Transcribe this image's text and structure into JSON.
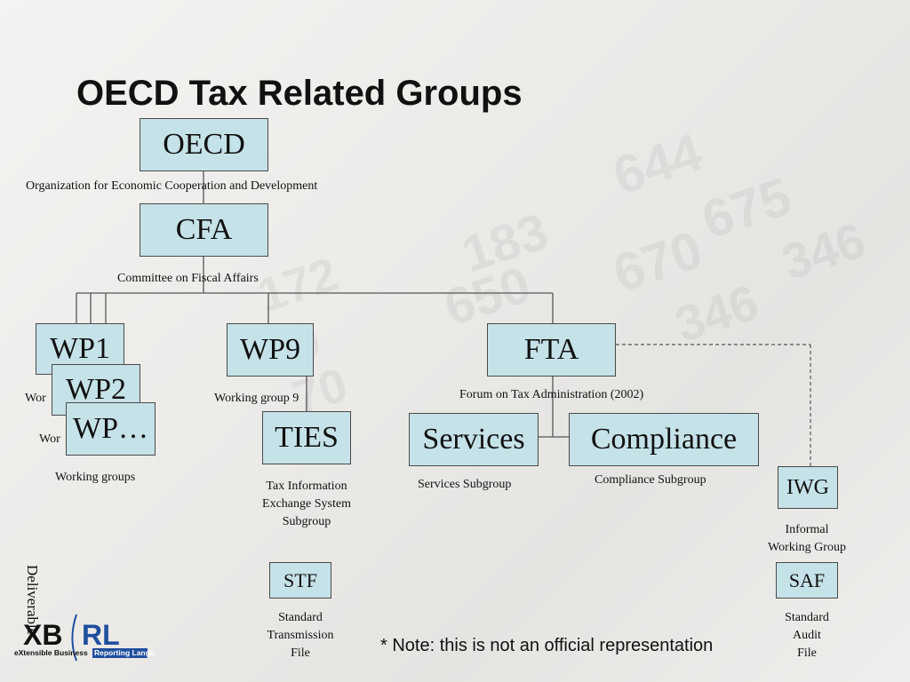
{
  "title": "OECD Tax Related Groups",
  "boxes": {
    "oecd": "OECD",
    "cfa": "CFA",
    "wp1": "WP1",
    "wp2": "WP2",
    "wp_more": "WP…",
    "wp9": "WP9",
    "fta": "FTA",
    "ties": "TIES",
    "services": "Services",
    "compliance": "Compliance",
    "iwg": "IWG",
    "stf": "STF",
    "saf": "SAF"
  },
  "captions": {
    "oecd": "Organization for Economic Cooperation and Development",
    "cfa": "Committee on Fiscal Affairs",
    "wp1_partial": "Wor",
    "wp2_partial": "Wor",
    "working_groups": "Working groups",
    "wp9": "Working group 9",
    "fta": "Forum on Tax Administration (2002)",
    "ties": [
      "Tax Information",
      "Exchange System",
      "Subgroup"
    ],
    "services": "Services Subgroup",
    "compliance": "Compliance Subgroup",
    "iwg": [
      "Informal",
      "Working Group"
    ],
    "stf": [
      "Standard",
      "Transmission",
      "File"
    ],
    "saf": [
      "Standard",
      "Audit",
      "File"
    ]
  },
  "note": "* Note: this is not an official representation",
  "vertical_text": "Deliverable",
  "logo": {
    "text": "XBRL",
    "tagline_part1": "eXtensible Business",
    "tagline_part2": "Reporting Language"
  },
  "colors": {
    "box_fill": "#c5e2e8",
    "box_border": "#4a4a4a",
    "logo_blue": "#1f4f9e",
    "logo_black": "#111111"
  }
}
